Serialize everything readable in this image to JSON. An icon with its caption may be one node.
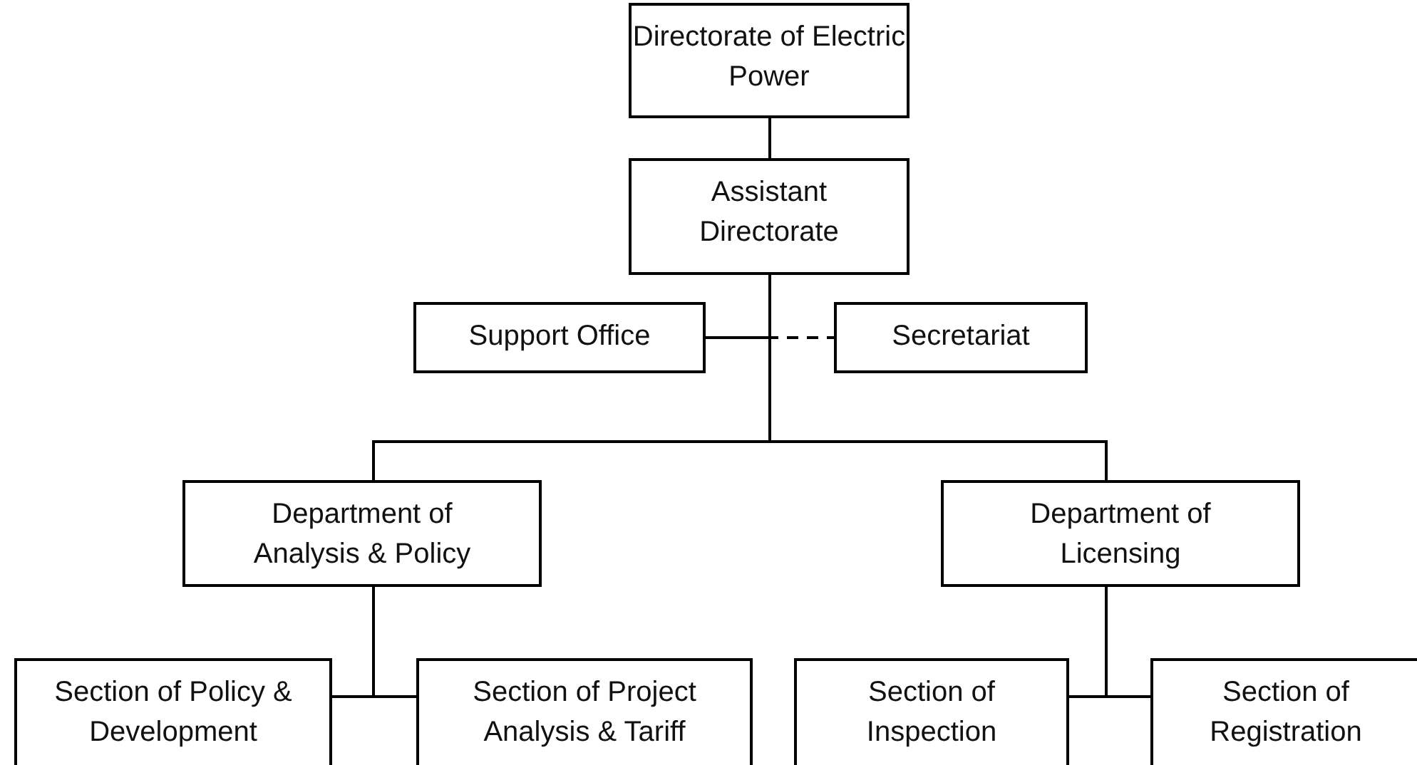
{
  "diagram": {
    "nodes": [
      {
        "text": [
          "Directorate of Electric Power"
        ]
      },
      {
        "text": [
          "Assistant Directorate"
        ]
      },
      {
        "text": [
          "Support Office"
        ]
      },
      {
        "text": [
          "Secretariat"
        ]
      },
      {
        "text": [
          "Department of Analysis & Policy"
        ]
      },
      {
        "text": [
          "Department of Licensing"
        ]
      },
      {
        "text": [
          "Section of Policy & Development"
        ]
      },
      {
        "text": [
          "Section of Project Analysis & Tariff"
        ]
      },
      {
        "text": [
          "Section of Inspection"
        ]
      },
      {
        "text": [
          "Section of Registration"
        ]
      }
    ],
    "edges": [
      {
        "from": 0,
        "to": 1,
        "arrow": "none"
      },
      {
        "from": 1,
        "to": 2,
        "arrow": "none"
      },
      {
        "from": 1,
        "to": 3,
        "arrow": "none",
        "style": "dashed"
      },
      {
        "from": 1,
        "to": 4,
        "arrow": "none"
      },
      {
        "from": 1,
        "to": 5,
        "arrow": "none"
      },
      {
        "from": 4,
        "to": 6,
        "arrow": "none"
      },
      {
        "from": 4,
        "to": 7,
        "arrow": "none"
      },
      {
        "from": 5,
        "to": 8,
        "arrow": "none"
      },
      {
        "from": 5,
        "to": 9,
        "arrow": "none"
      }
    ]
  }
}
